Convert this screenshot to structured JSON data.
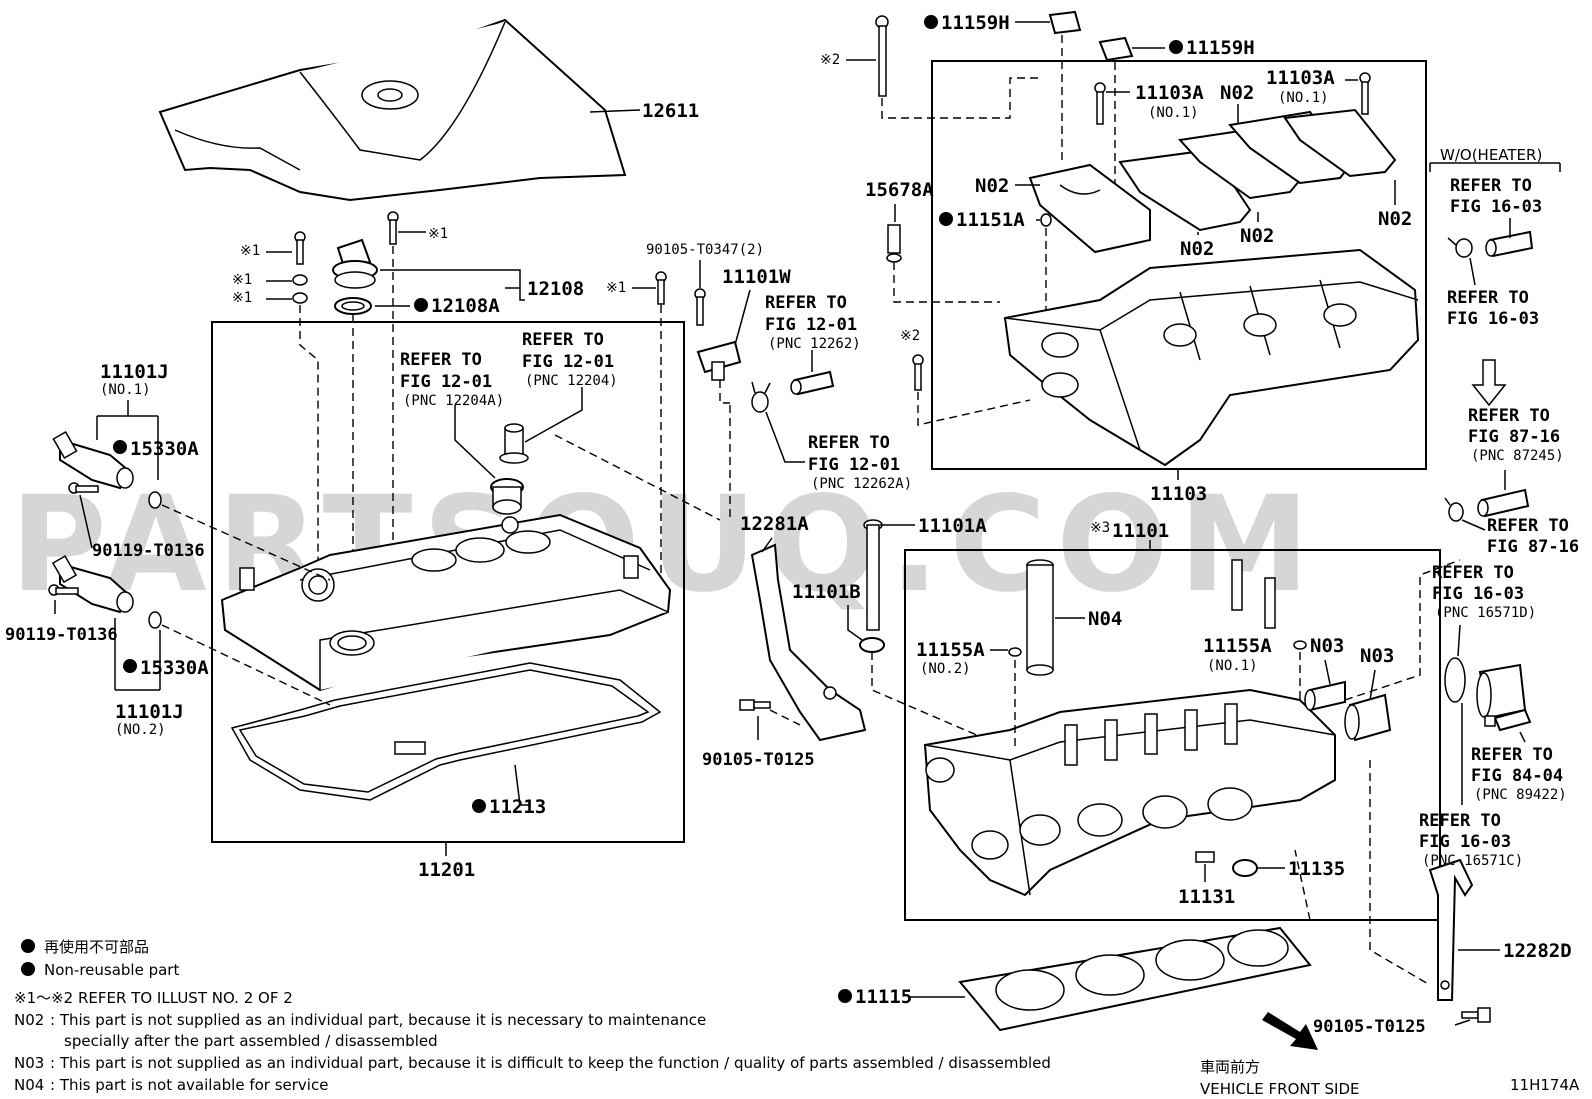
{
  "watermark": "PARTSOUQ.COM",
  "diagram_code": "11H174A",
  "labels": {
    "cover": "12611",
    "cap_assy": "12108",
    "cap_gasket": "12108A",
    "mark1_a": "※1",
    "mark1_b": "※1",
    "mark1_c": "※1",
    "mark1_d": "※1",
    "mark1_e": "※1",
    "bolt_90105_T0347": "90105-T0347(2)",
    "sensor_11101W": "11101W",
    "ocv1": "11101J",
    "ocv1_sub": "(NO.1)",
    "ocv1_ring": "15330A",
    "ocv1_bolt": "90119-T0136",
    "ocv2_bolt": "90119-T0136",
    "ocv2_ring": "15330A",
    "ocv2": "11101J",
    "ocv2_sub": "(NO.2)",
    "head_cover_gasket": "11213",
    "head_cover": "11201",
    "bracket_12281A": "12281A",
    "bolt_11101A": "11101A",
    "washer_11101B": "11101B",
    "bolt_90105_T0125_a": "90105-T0125",
    "mark3": "※3",
    "cyl_head": "11101",
    "seal_11155A_2": "11155A",
    "seal_11155A_2_sub": "(NO.2)",
    "n04": "N04",
    "seal_11155A_1": "11155A",
    "seal_11155A_1_sub": "(NO.1)",
    "n03_a": "N03",
    "n03_b": "N03",
    "plug_11135": "11135",
    "pin_11131": "11131",
    "head_gasket": "11115",
    "bracket_12282D": "12282D",
    "bolt_90105_T0125_b": "90105-T0125",
    "mark2_a": "※2",
    "mark2_b": "※2",
    "gasket_11159H_a": "11159H",
    "gasket_11159H_b": "11159H",
    "bolt_11103A_a": "11103A",
    "bolt_11103A_a_sub": "(NO.1)",
    "bolt_11103A_b": "11103A",
    "bolt_11103A_b_sub": "(NO.1)",
    "n02_a": "N02",
    "n02_b": "N02",
    "n02_c": "N02",
    "n02_d": "N02",
    "n02_e": "N02",
    "pin_11151A": "11151A",
    "valve_15678A": "15678A",
    "cam_housing": "11103"
  },
  "refs": {
    "r1": {
      "l1": "REFER TO",
      "l2": "FIG 12-01",
      "l3": "(PNC 12204A)"
    },
    "r2": {
      "l1": "REFER TO",
      "l2": "FIG 12-01",
      "l3": "(PNC 12204)"
    },
    "r3": {
      "l1": "REFER TO",
      "l2": "FIG 12-01",
      "l3": "(PNC 12262)"
    },
    "r4": {
      "l1": "REFER TO",
      "l2": "FIG 12-01",
      "l3": "(PNC 12262A)"
    },
    "wo_heater": "W/O(HEATER)",
    "r5": {
      "l1": "REFER TO",
      "l2": "FIG 16-03"
    },
    "r6": {
      "l1": "REFER TO",
      "l2": "FIG 16-03"
    },
    "r7": {
      "l1": "REFER TO",
      "l2": "FIG 87-16",
      "l3": "(PNC 87245)"
    },
    "r8": {
      "l1": "REFER TO",
      "l2": "FIG 87-16"
    },
    "r9": {
      "l1": "REFER TO",
      "l2": "FIG 16-03",
      "l3": "(PNC 16571D)"
    },
    "r10": {
      "l1": "REFER TO",
      "l2": "FIG 84-04",
      "l3": "(PNC 89422)"
    },
    "r11": {
      "l1": "REFER TO",
      "l2": "FIG 16-03",
      "l3": "(PNC 16571C)"
    }
  },
  "legend": {
    "jp_nonreusable": "再使用不可部品",
    "en_nonreusable": "Non-reusable part",
    "illust_ref": "※1～※2  REFER TO ILLUST NO. 2 OF 2",
    "n02_key": "N02",
    "n02_line1": ": This part is not supplied as an individual part, because it is necessary to maintenance",
    "n02_line2": "specially after the part assembled / disassembled",
    "n03_key": "N03",
    "n03_text": ": This part is not supplied as an individual part, because it is difficult to keep the function / quality of parts  assembled / disassembled",
    "n04_key": "N04",
    "n04_text": ": This part is not available for service"
  },
  "front": {
    "jp": "車両前方",
    "en": "VEHICLE FRONT SIDE"
  }
}
